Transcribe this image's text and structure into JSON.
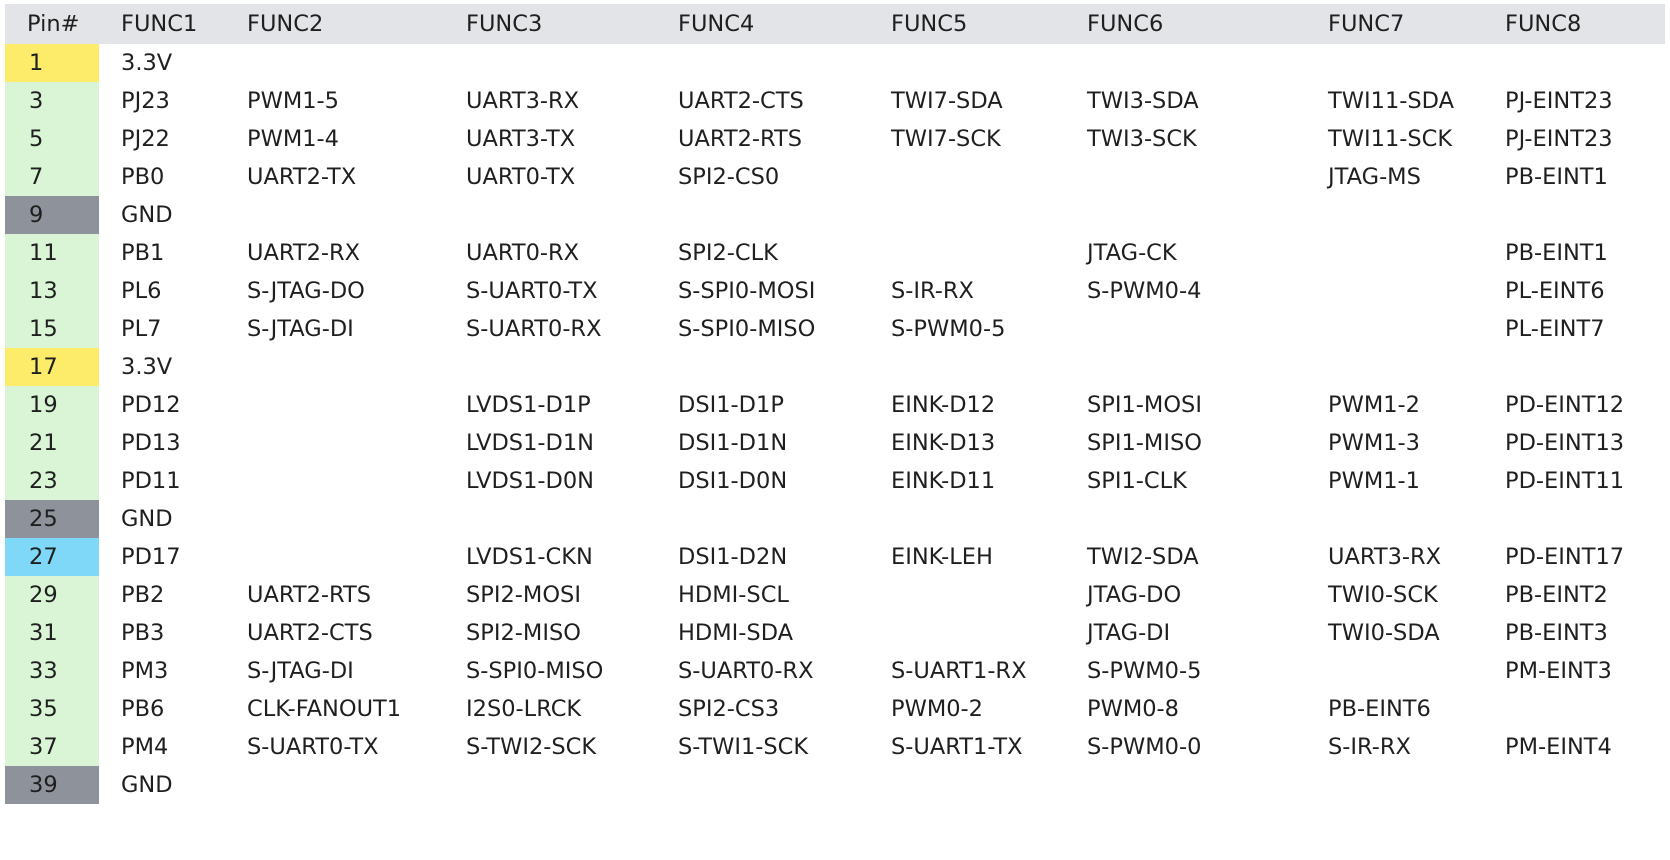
{
  "header": [
    "Pin#",
    "FUNC1",
    "FUNC2",
    "FUNC3",
    "FUNC4",
    "FUNC5",
    "FUNC6",
    "FUNC7",
    "FUNC8"
  ],
  "pin_colors": {
    "power": "#fdec6a",
    "gpio": "#d9f5d6",
    "ground": "#8e939b",
    "special": "#7fd8f7"
  },
  "rows": [
    {
      "pin": "1",
      "type": "power",
      "funcs": [
        "3.3V",
        "",
        "",
        "",
        "",
        "",
        "",
        ""
      ]
    },
    {
      "pin": "3",
      "type": "gpio",
      "funcs": [
        "PJ23",
        "PWM1-5",
        "UART3-RX",
        "UART2-CTS",
        "TWI7-SDA",
        "TWI3-SDA",
        "TWI11-SDA",
        "PJ-EINT23"
      ]
    },
    {
      "pin": "5",
      "type": "gpio",
      "funcs": [
        "PJ22",
        "PWM1-4",
        "UART3-TX",
        "UART2-RTS",
        "TWI7-SCK",
        "TWI3-SCK",
        "TWI11-SCK",
        "PJ-EINT23"
      ]
    },
    {
      "pin": "7",
      "type": "gpio",
      "funcs": [
        "PB0",
        "UART2-TX",
        "UART0-TX",
        "SPI2-CS0",
        "",
        "",
        "JTAG-MS",
        "PB-EINT1"
      ]
    },
    {
      "pin": "9",
      "type": "ground",
      "funcs": [
        "GND",
        "",
        "",
        "",
        "",
        "",
        "",
        ""
      ]
    },
    {
      "pin": "11",
      "type": "gpio",
      "funcs": [
        "PB1",
        "UART2-RX",
        "UART0-RX",
        "SPI2-CLK",
        "",
        "JTAG-CK",
        "",
        "PB-EINT1"
      ]
    },
    {
      "pin": "13",
      "type": "gpio",
      "funcs": [
        "PL6",
        "S-JTAG-DO",
        "S-UART0-TX",
        "S-SPI0-MOSI",
        "S-IR-RX",
        "S-PWM0-4",
        "",
        "PL-EINT6"
      ]
    },
    {
      "pin": "15",
      "type": "gpio",
      "funcs": [
        "PL7",
        "S-JTAG-DI",
        "S-UART0-RX",
        "S-SPI0-MISO",
        "S-PWM0-5",
        "",
        "",
        "PL-EINT7"
      ]
    },
    {
      "pin": "17",
      "type": "power",
      "funcs": [
        "3.3V",
        "",
        "",
        "",
        "",
        "",
        "",
        ""
      ]
    },
    {
      "pin": "19",
      "type": "gpio",
      "funcs": [
        "PD12",
        "",
        "LVDS1-D1P",
        "DSI1-D1P",
        "EINK-D12",
        "SPI1-MOSI",
        "PWM1-2",
        "PD-EINT12"
      ]
    },
    {
      "pin": "21",
      "type": "gpio",
      "funcs": [
        "PD13",
        "",
        "LVDS1-D1N",
        "DSI1-D1N",
        "EINK-D13",
        "SPI1-MISO",
        "PWM1-3",
        "PD-EINT13"
      ]
    },
    {
      "pin": "23",
      "type": "gpio",
      "funcs": [
        "PD11",
        "",
        "LVDS1-D0N",
        "DSI1-D0N",
        "EINK-D11",
        "SPI1-CLK",
        "PWM1-1",
        "PD-EINT11"
      ]
    },
    {
      "pin": "25",
      "type": "ground",
      "funcs": [
        "GND",
        "",
        "",
        "",
        "",
        "",
        "",
        ""
      ]
    },
    {
      "pin": "27",
      "type": "special",
      "funcs": [
        "PD17",
        "",
        "LVDS1-CKN",
        "DSI1-D2N",
        "EINK-LEH",
        "TWI2-SDA",
        "UART3-RX",
        "PD-EINT17"
      ]
    },
    {
      "pin": "29",
      "type": "gpio",
      "funcs": [
        "PB2",
        "UART2-RTS",
        "SPI2-MOSI",
        "HDMI-SCL",
        "",
        "JTAG-DO",
        "TWI0-SCK",
        "PB-EINT2"
      ]
    },
    {
      "pin": "31",
      "type": "gpio",
      "funcs": [
        "PB3",
        "UART2-CTS",
        "SPI2-MISO",
        "HDMI-SDA",
        "",
        "JTAG-DI",
        "TWI0-SDA",
        "PB-EINT3"
      ]
    },
    {
      "pin": "33",
      "type": "gpio",
      "funcs": [
        "PM3",
        "S-JTAG-DI",
        "S-SPI0-MISO",
        "S-UART0-RX",
        "S-UART1-RX",
        "S-PWM0-5",
        "",
        "PM-EINT3"
      ]
    },
    {
      "pin": "35",
      "type": "gpio",
      "funcs": [
        "PB6",
        "CLK-FANOUT1",
        "I2S0-LRCK",
        "SPI2-CS3",
        "PWM0-2",
        "PWM0-8",
        "PB-EINT6",
        ""
      ]
    },
    {
      "pin": "37",
      "type": "gpio",
      "funcs": [
        "PM4",
        "S-UART0-TX",
        "S-TWI2-SCK",
        "S-TWI1-SCK",
        "S-UART1-TX",
        "S-PWM0-0",
        "S-IR-RX",
        "PM-EINT4"
      ]
    },
    {
      "pin": "39",
      "type": "ground",
      "funcs": [
        "GND",
        "",
        "",
        "",
        "",
        "",
        "",
        ""
      ]
    }
  ]
}
